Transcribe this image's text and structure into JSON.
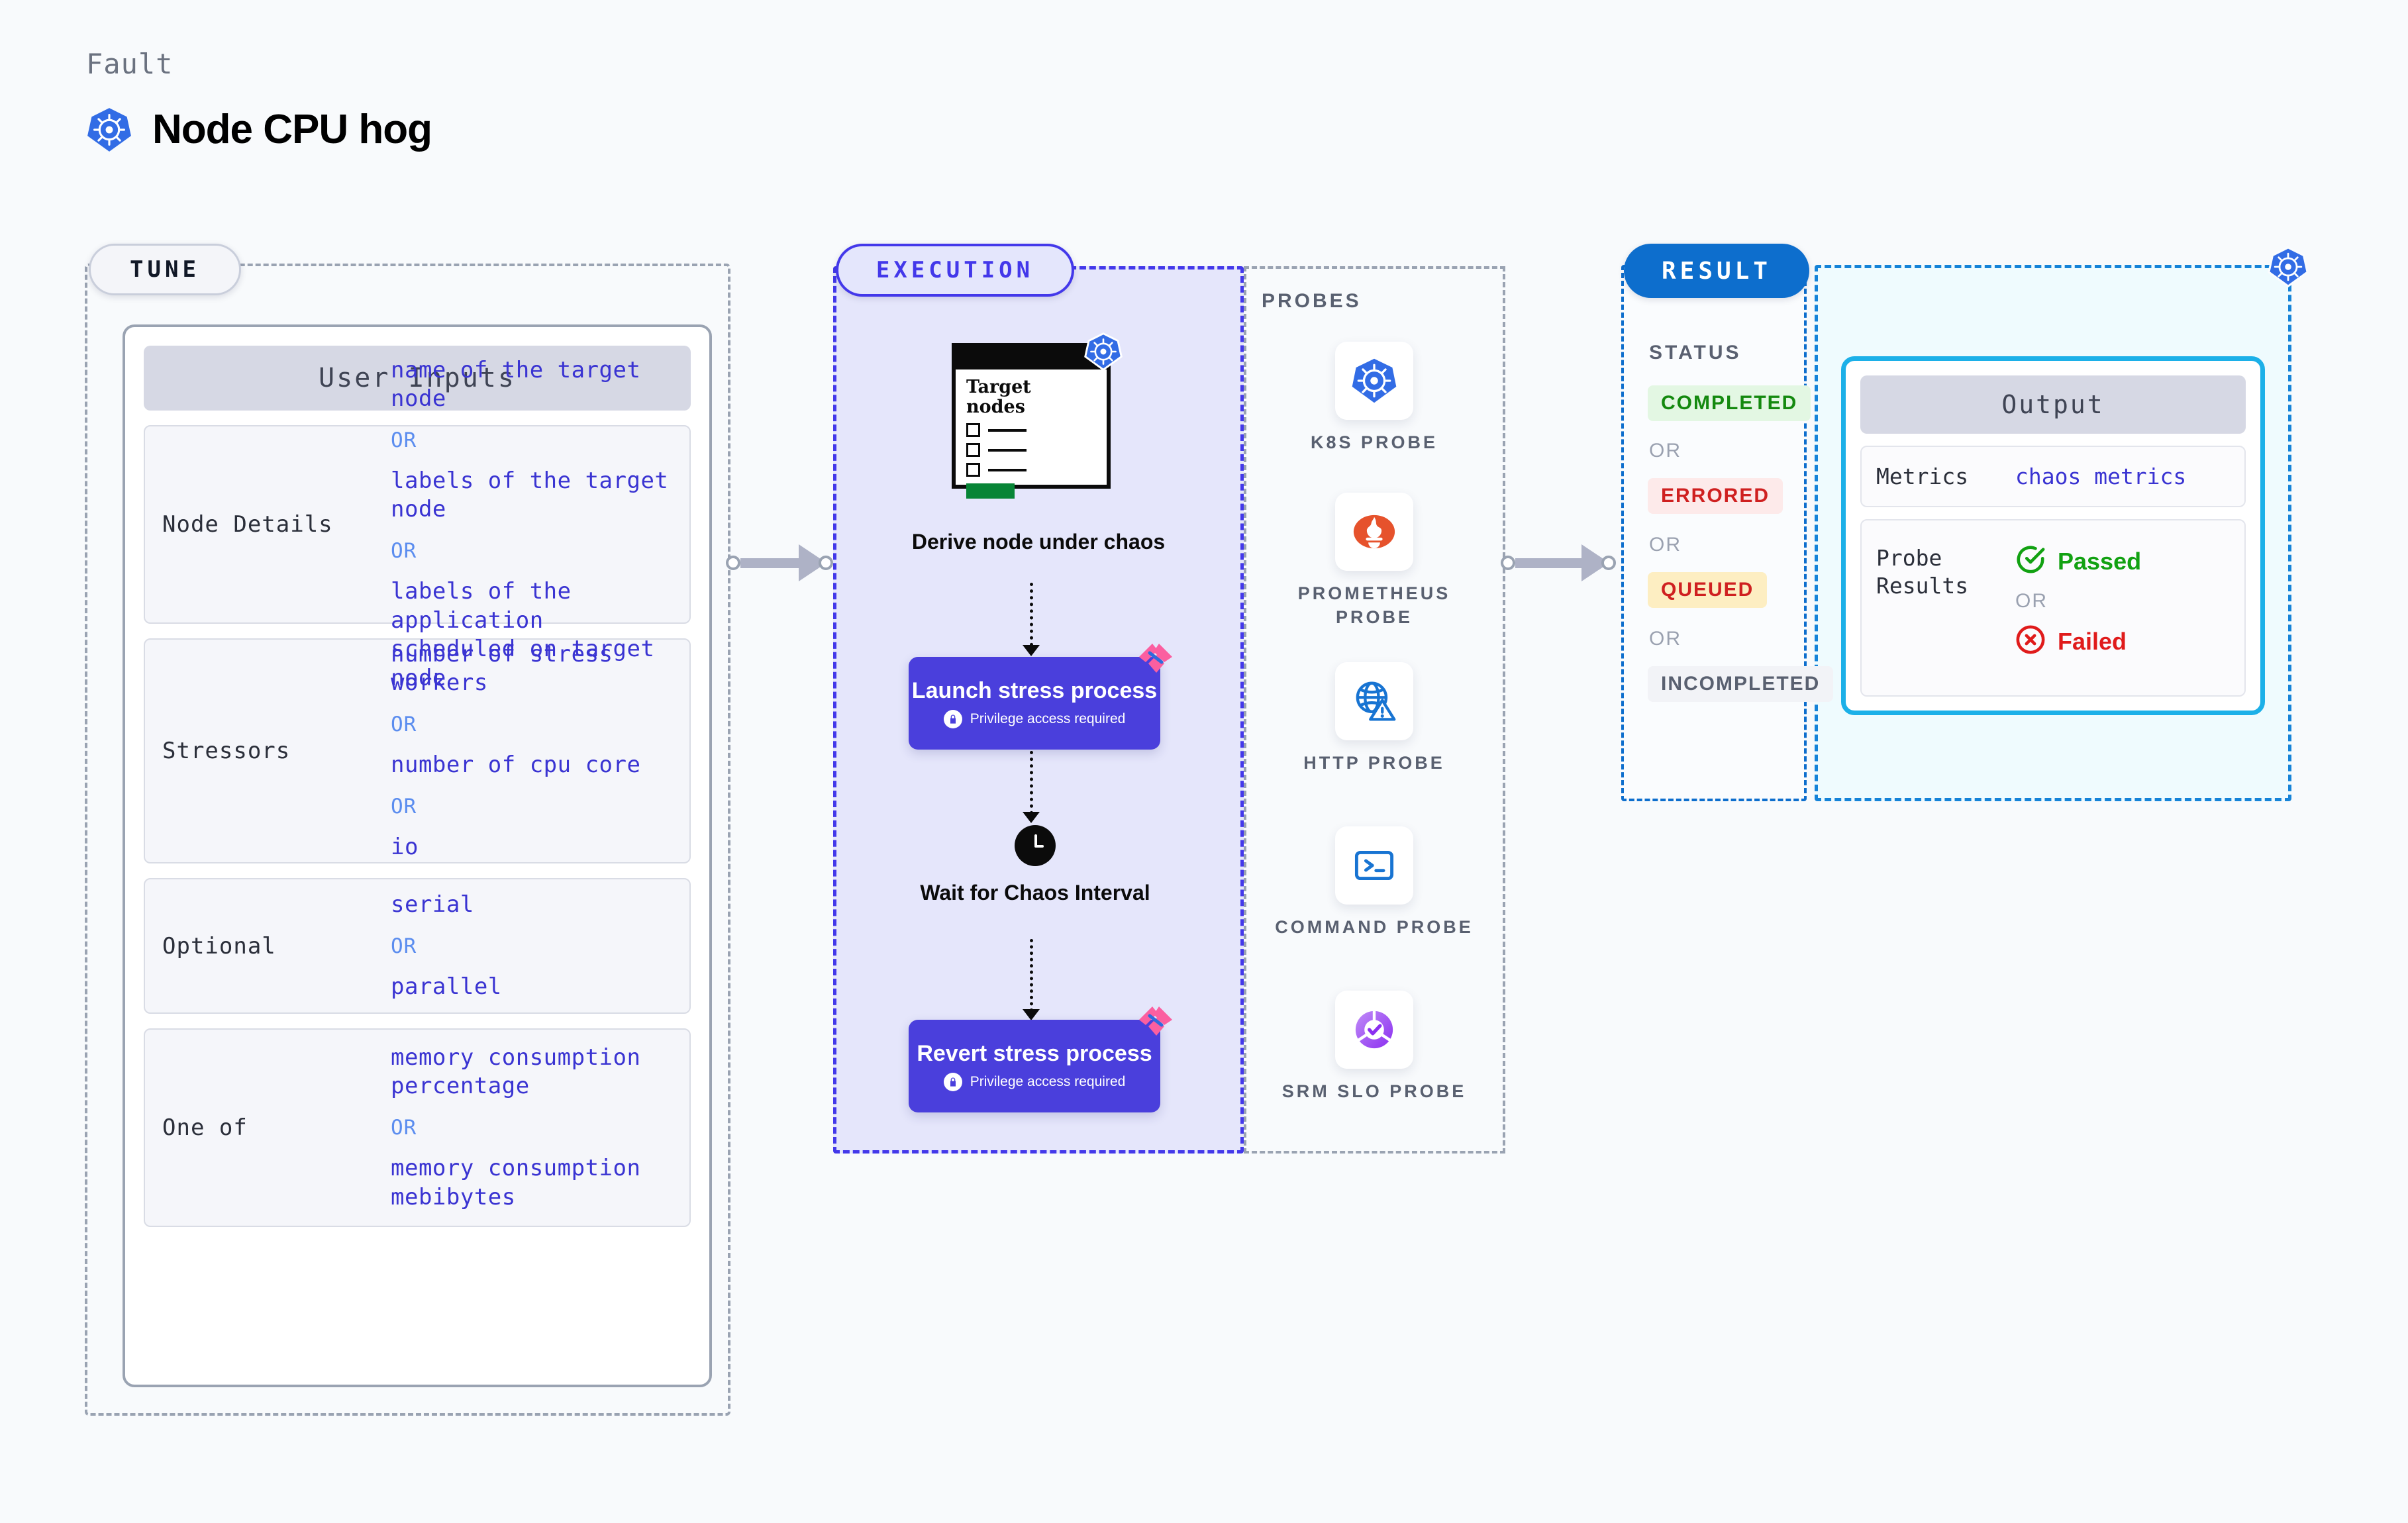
{
  "header": {
    "kicker": "Fault",
    "title": "Node CPU hog",
    "icon": "kubernetes-icon"
  },
  "tune": {
    "tag": "TUNE",
    "card_title": "User Inputs",
    "rows": [
      {
        "label": "Node Details",
        "values": [
          "name of the target node",
          "labels of the target node",
          "labels of the application\n scheduled on target node"
        ],
        "separator": "OR"
      },
      {
        "label": "Stressors",
        "values": [
          "number of stress workers",
          "number of cpu core",
          "io"
        ],
        "separator": "OR"
      },
      {
        "label": "Optional",
        "values": [
          "serial",
          "parallel"
        ],
        "separator": "OR"
      },
      {
        "label": "One of",
        "values": [
          "memory consumption percentage",
          "memory consumption mebibytes"
        ],
        "separator": "OR"
      }
    ]
  },
  "execution": {
    "tag": "EXECUTION",
    "node_card": {
      "title": "Target\nnodes",
      "icon": "kubernetes-icon"
    },
    "steps": [
      {
        "caption": "Derive node under chaos"
      },
      {
        "caption": "Launch stress process",
        "sub": "Privilege access required",
        "icon": "lock-icon",
        "badge": "chaos-badge"
      },
      {
        "caption": "Wait for Chaos Interval",
        "icon": "clock-icon"
      },
      {
        "caption": "Revert stress process",
        "sub": "Privilege access required",
        "icon": "lock-icon",
        "badge": "chaos-badge"
      }
    ]
  },
  "probes": {
    "title": "PROBES",
    "items": [
      {
        "name": "K8S  PROBE",
        "icon": "kubernetes-icon"
      },
      {
        "name": "PROMETHEUS PROBE",
        "icon": "prometheus-icon"
      },
      {
        "name": "HTTP  PROBE",
        "icon": "http-globe-icon"
      },
      {
        "name": "COMMAND PROBE",
        "icon": "terminal-icon"
      },
      {
        "name": "SRM SLO PROBE",
        "icon": "srm-slo-icon"
      }
    ]
  },
  "result": {
    "tag": "RESULT",
    "status_title": "STATUS",
    "separator": "OR",
    "statuses": [
      {
        "label": "COMPLETED",
        "bg": "#e3f7e3",
        "fg": "#14890f"
      },
      {
        "label": "ERRORED",
        "bg": "#fdeaea",
        "fg": "#cf2020"
      },
      {
        "label": "QUEUED",
        "bg": "#fdeec2",
        "fg": "#cf2020"
      },
      {
        "label": "INCOMPLETED",
        "bg": "#f2f3f7",
        "fg": "#596070"
      }
    ]
  },
  "output": {
    "title": "Output",
    "icon": "kubernetes-icon",
    "rows": [
      {
        "label": "Metrics",
        "value": "chaos metrics"
      }
    ],
    "probe_results": {
      "label": "Probe Results",
      "separator": "OR",
      "items": [
        {
          "label": "Passed",
          "icon": "check-circle-icon",
          "color": "#12a112"
        },
        {
          "label": "Failed",
          "icon": "x-circle-icon",
          "color": "#e01b1b"
        }
      ]
    }
  },
  "colors": {
    "accent_execution": "#4338ea",
    "accent_result": "#0d6ecd",
    "accent_output": "#1cb0e8",
    "k8s_blue": "#326ce5",
    "value_text": "#3a34d2",
    "or_text": "#5b8def"
  }
}
